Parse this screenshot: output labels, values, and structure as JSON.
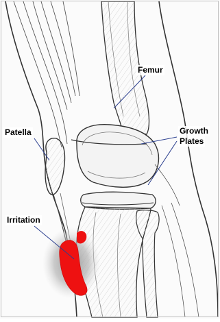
{
  "labels": {
    "femur": "Femur",
    "patella": "Patella",
    "growth_plates_line1": "Growth",
    "growth_plates_line2": "Plates",
    "irritation": "Irritation"
  },
  "colors": {
    "outline": "#333333",
    "bone_fill": "#f2f2f2",
    "hatching": "#9a9a9a",
    "leader_line": "#2b3f8f",
    "irritation_red": "#ee1111",
    "irritation_glow": "#b8b8b8"
  }
}
